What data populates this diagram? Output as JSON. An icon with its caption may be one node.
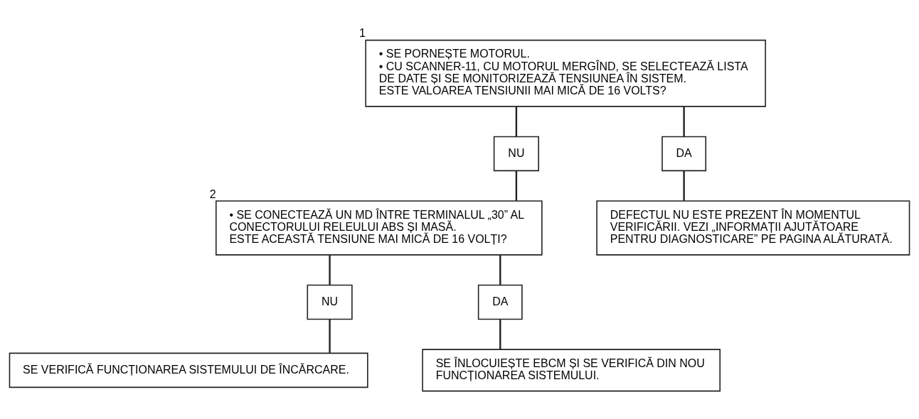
{
  "diagram": {
    "nodes": [
      {
        "text": [
          "• SE PORNEȘTE MOTORUL.",
          "• CU SCANNER-11, CU MOTORUL MERGÎND, SE SELECTEAZĂ LISTA DE DATE ȘI SE MONITORIZEAZĂ TENSIUNEA ÎN SISTEM.",
          "ESTE VALOAREA TENSIUNII MAI MICĂ DE 16 VOLTS?"
        ],
        "beside": [
          "1"
        ]
      },
      {
        "text": [
          "NU"
        ]
      },
      {
        "text": [
          "DA"
        ]
      },
      {
        "text": [
          "• SE CONECTEAZĂ UN MD ÎNTRE TERMINALUL „30” AL CONECTORULUI RELEULUI ABS ȘI MASĂ.",
          "ESTE ACEASTĂ TENSIUNE MAI MICĂ DE 16 VOLȚI?"
        ],
        "beside": [
          "2"
        ]
      },
      {
        "text": [
          "DEFECTUL NU ESTE PREZENT ÎN MOMENTUL VERIFICĂRII. VEZI „INFORMAȚII AJUTĂTOARE PENTRU DIAGNOSTICARE” PE PAGINA ALĂTURATĂ."
        ]
      },
      {
        "text": [
          "NU"
        ]
      },
      {
        "text": [
          "DA"
        ]
      },
      {
        "text": [
          "SE VERIFICĂ FUNCȚIONAREA SISTEMULUI DE ÎNCĂRCARE."
        ]
      },
      {
        "text": [
          "SE ÎNLOCUIEȘTE EBCM ȘI SE VERIFICĂ DIN NOU FUNCȚIONAREA SISTEMULUI."
        ]
      }
    ],
    "edges": [
      {
        "from": 0,
        "to": 1,
        "arrow": "none"
      },
      {
        "from": 0,
        "to": 2,
        "arrow": "none"
      },
      {
        "from": 1,
        "to": 3,
        "arrow": "none"
      },
      {
        "from": 2,
        "to": 4,
        "arrow": "none"
      },
      {
        "from": 3,
        "to": 5,
        "arrow": "none"
      },
      {
        "from": 3,
        "to": 6,
        "arrow": "none"
      },
      {
        "from": 5,
        "to": 7,
        "arrow": "none"
      },
      {
        "from": 6,
        "to": 8,
        "arrow": "none"
      }
    ]
  }
}
